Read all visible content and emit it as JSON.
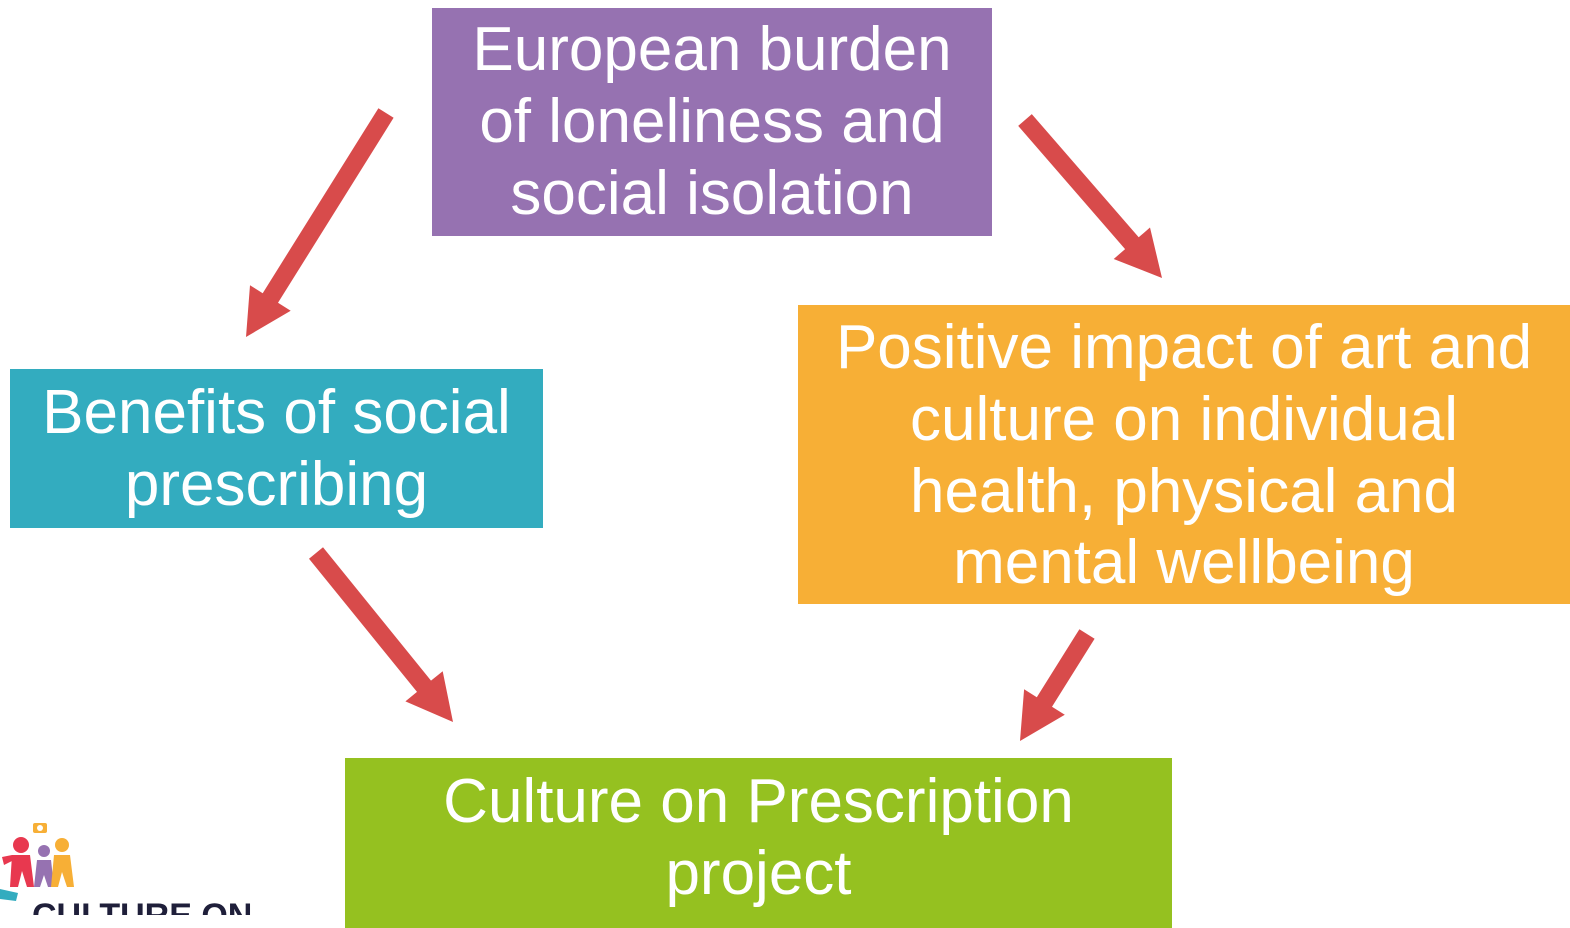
{
  "colors": {
    "top": "#9672B1",
    "left": "#33ACBF",
    "right": "#F7AF36",
    "bottom": "#95C120",
    "arrow": "#D84B4B"
  },
  "boxes": {
    "top": {
      "lines": [
        "European burden",
        "of loneliness and",
        "social isolation"
      ]
    },
    "left": {
      "lines": [
        "Benefits of social",
        "prescribing"
      ]
    },
    "right": {
      "lines": [
        "Positive impact of art and",
        "culture on individual",
        "health, physical and",
        "mental wellbeing"
      ]
    },
    "bottom": {
      "lines": [
        "Culture on Prescription",
        "project"
      ]
    }
  },
  "logo": {
    "text": "CULTURE ON"
  }
}
